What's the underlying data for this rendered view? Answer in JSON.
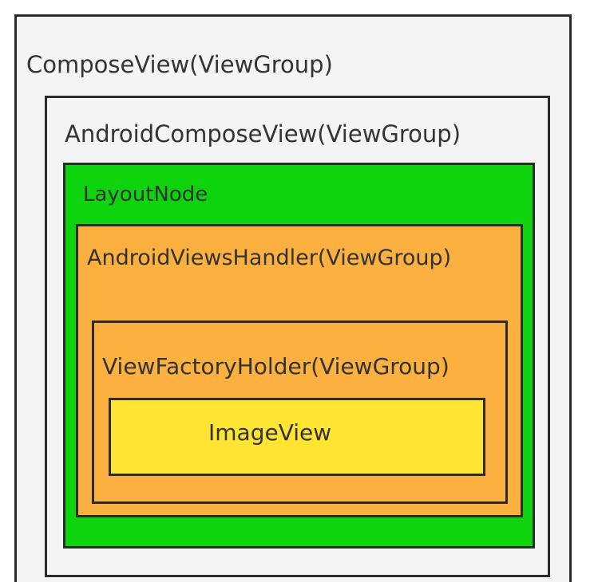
{
  "boxes": {
    "compose_view": {
      "label": "ComposeView(ViewGroup)",
      "fill": "#f4f4f4"
    },
    "android_compose_view": {
      "label": "AndroidComposeView(ViewGroup)",
      "fill": "#f4f4f4"
    },
    "layout_node": {
      "label": "LayoutNode",
      "fill": "#0dd40d"
    },
    "android_views_handler": {
      "label": "AndroidViewsHandler(ViewGroup)",
      "fill": "#fbb040"
    },
    "view_factory_holder": {
      "label": "ViewFactoryHolder(ViewGroup)",
      "fill": "#fbb040"
    },
    "image_view": {
      "label": "ImageView",
      "fill": "#ffe533"
    }
  },
  "colors": {
    "border": "#2b2b2b",
    "text": "#333333"
  }
}
